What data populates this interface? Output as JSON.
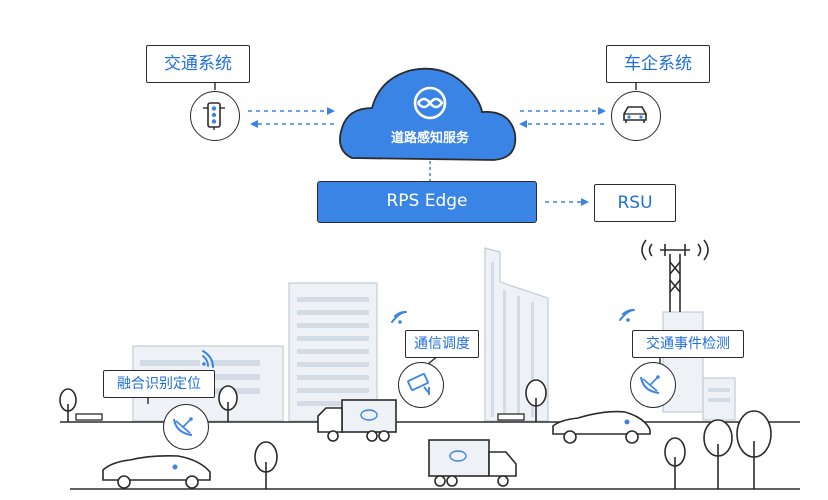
{
  "cloud": {
    "label": "道路感知服务"
  },
  "edge": {
    "label": "RPS Edge"
  },
  "nodes": {
    "traffic_system": "交通系统",
    "vehicle_system": "车企系统",
    "rsu": "RSU",
    "fusion": "融合识别定位",
    "comm_dispatch": "通信调度",
    "event_detection": "交通事件检测"
  },
  "icons": {
    "traffic_system": "traffic-light-icon",
    "vehicle_system": "car-icon",
    "fusion": "radar-dish-icon",
    "comm_dispatch": "camera-icon",
    "event_detection": "radar-dish-icon"
  },
  "colors": {
    "accent": "#3a84e6",
    "label_text": "#1f6fe0",
    "outline": "#2b2b2b",
    "building": "#dfe5ec"
  }
}
